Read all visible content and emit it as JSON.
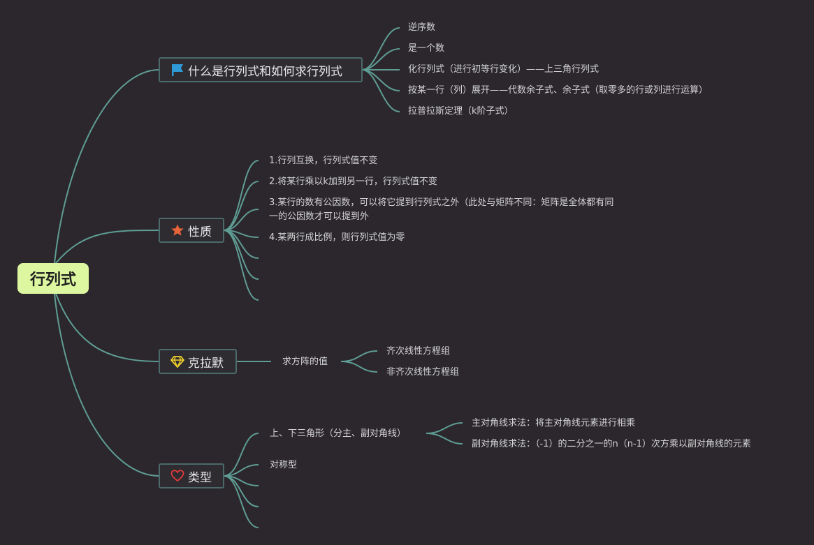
{
  "root": {
    "label": "行列式"
  },
  "topics": {
    "what": {
      "label": "什么是行列式和如何求行列式",
      "icon": "flag-icon",
      "items": [
        "逆序数",
        "是一个数",
        "化行列式（进行初等行变化）——上三角行列式",
        "按某一行（列）展开——代数余子式、余子式（取零多的行或列进行运算）",
        "拉普拉斯定理（k阶子式）"
      ]
    },
    "props": {
      "label": "性质",
      "icon": "star-icon",
      "items": [
        "1.行列互换，行列式值不变",
        "2.将某行乘以k加到另一行，行列式值不变",
        "3.某行的数有公因数，可以将它提到行列式之外（此处与矩阵不同：矩阵是全体都有同一的公因数才可以提到外",
        "4.某两行成比例，则行列式值为零"
      ]
    },
    "cramer": {
      "label": "克拉默",
      "icon": "gem-icon",
      "sub": "求方阵的值",
      "items": [
        "齐次线性方程组",
        "非齐次线性方程组"
      ]
    },
    "types": {
      "label": "类型",
      "icon": "heart-icon",
      "triangle": "上、下三角形（分主、副对角线）",
      "triangle_items": [
        "主对角线求法：将主对角线元素进行相乘",
        "副对角线求法：（-1）的二分之一的n（n-1）次方乘以副对角线的元素"
      ],
      "symmetric": "对称型"
    }
  },
  "colors": {
    "background": "#2b272d",
    "line": "#5f9d94",
    "root_fill": "#dcf7a0",
    "topic_border": "#4b6a6a",
    "flag": "#2e9bd6",
    "star": "#e8643a",
    "gem": "#f2d02b",
    "heart": "#e03a3a"
  }
}
